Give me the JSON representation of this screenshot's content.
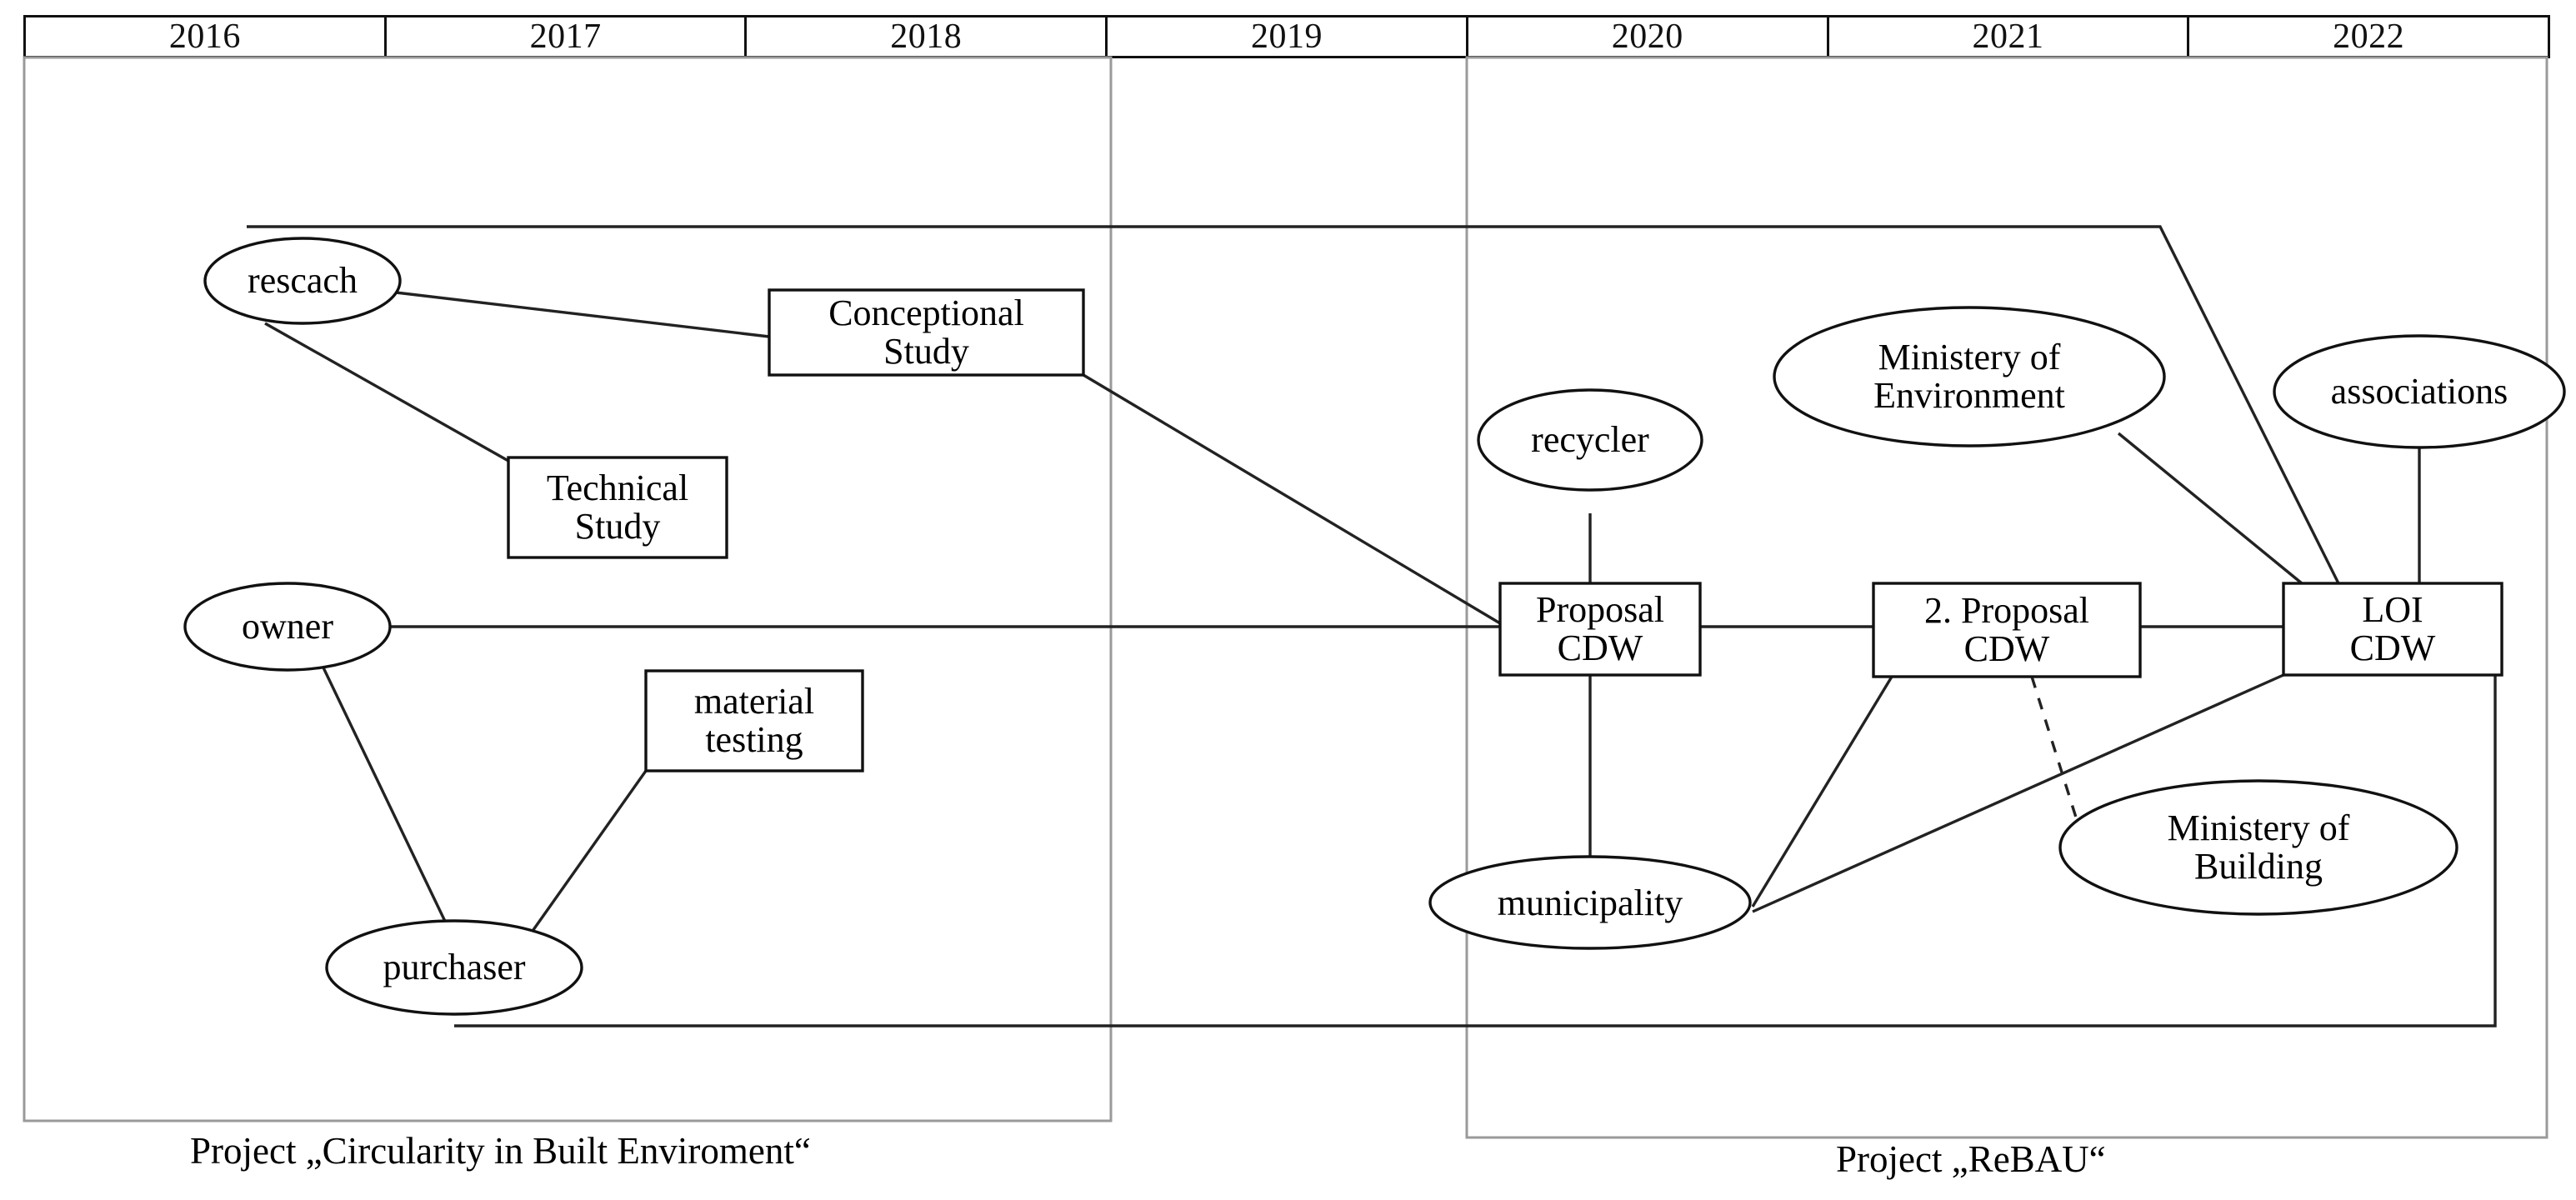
{
  "timeline": {
    "years": [
      "2016",
      "2017",
      "2018",
      "2019",
      "2020",
      "2021",
      "2022"
    ]
  },
  "projects": [
    {
      "id": "circularity",
      "caption": "Project „Circularity in Built Enviroment“"
    },
    {
      "id": "rebau",
      "caption": "Project „ReBAU“"
    }
  ],
  "nodes": {
    "rescach": {
      "label": "rescach",
      "shape": "ellipse"
    },
    "conceptional": {
      "line1": "Conceptional",
      "line2": "Study",
      "shape": "rect"
    },
    "technical": {
      "line1": "Technical",
      "line2": "Study",
      "shape": "rect"
    },
    "owner": {
      "label": "owner",
      "shape": "ellipse"
    },
    "material": {
      "line1": "material",
      "line2": "testing",
      "shape": "rect"
    },
    "purchaser": {
      "label": "purchaser",
      "shape": "ellipse"
    },
    "recycler": {
      "label": "recycler",
      "shape": "ellipse"
    },
    "ministry_env": {
      "line1": "Ministery of",
      "line2": "Environment",
      "shape": "ellipse"
    },
    "associations": {
      "label": "associations",
      "shape": "ellipse"
    },
    "proposal_cdw": {
      "line1": "Proposal",
      "line2": "CDW",
      "shape": "rect"
    },
    "proposal2_cdw": {
      "line1": "2. Proposal",
      "line2": "CDW",
      "shape": "rect"
    },
    "loi_cdw": {
      "line1": "LOI",
      "line2": "CDW",
      "shape": "rect"
    },
    "municipality": {
      "label": "municipality",
      "shape": "ellipse"
    },
    "ministry_bld": {
      "line1": "Ministery of",
      "line2": "Building",
      "shape": "ellipse"
    }
  },
  "edges": [
    {
      "from": "rescach",
      "to": "conceptional",
      "style": "solid"
    },
    {
      "from": "rescach",
      "to": "technical",
      "style": "solid"
    },
    {
      "from": "rescach",
      "to": "loi_cdw",
      "style": "solid"
    },
    {
      "from": "conceptional",
      "to": "proposal_cdw",
      "style": "solid"
    },
    {
      "from": "owner",
      "to": "proposal_cdw",
      "style": "solid"
    },
    {
      "from": "owner",
      "to": "purchaser",
      "style": "solid"
    },
    {
      "from": "material",
      "to": "purchaser",
      "style": "solid"
    },
    {
      "from": "purchaser",
      "to": "loi_cdw",
      "style": "solid"
    },
    {
      "from": "recycler",
      "to": "proposal_cdw",
      "style": "solid"
    },
    {
      "from": "proposal_cdw",
      "to": "proposal2_cdw",
      "style": "solid"
    },
    {
      "from": "proposal_cdw",
      "to": "municipality",
      "style": "solid"
    },
    {
      "from": "proposal2_cdw",
      "to": "loi_cdw",
      "style": "solid"
    },
    {
      "from": "proposal2_cdw",
      "to": "municipality",
      "style": "solid"
    },
    {
      "from": "proposal2_cdw",
      "to": "ministry_bld",
      "style": "dashed"
    },
    {
      "from": "municipality",
      "to": "loi_cdw",
      "style": "solid"
    },
    {
      "from": "ministry_env",
      "to": "loi_cdw",
      "style": "solid"
    },
    {
      "from": "associations",
      "to": "loi_cdw",
      "style": "solid"
    }
  ],
  "colors": {
    "stroke": "#111111",
    "text": "#000000",
    "background": "#ffffff"
  }
}
